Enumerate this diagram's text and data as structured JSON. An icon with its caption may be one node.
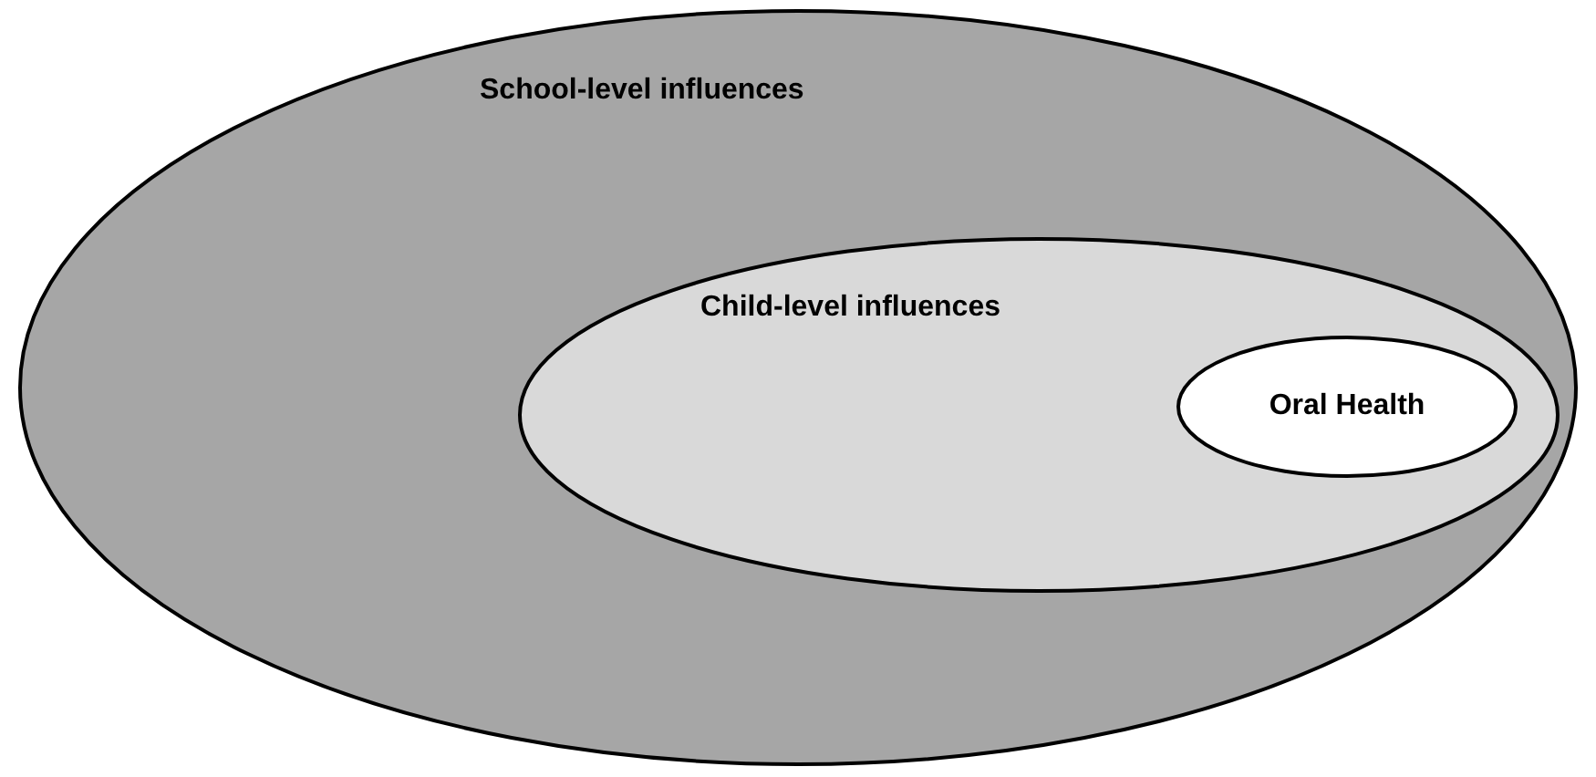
{
  "diagram": {
    "nodes": [
      {
        "text": [
          "School-level influences"
        ]
      },
      {
        "text": [
          "Child-level influences"
        ],
        "in": 0
      },
      {
        "text": [
          "Oral Health"
        ],
        "in": 1
      }
    ]
  }
}
